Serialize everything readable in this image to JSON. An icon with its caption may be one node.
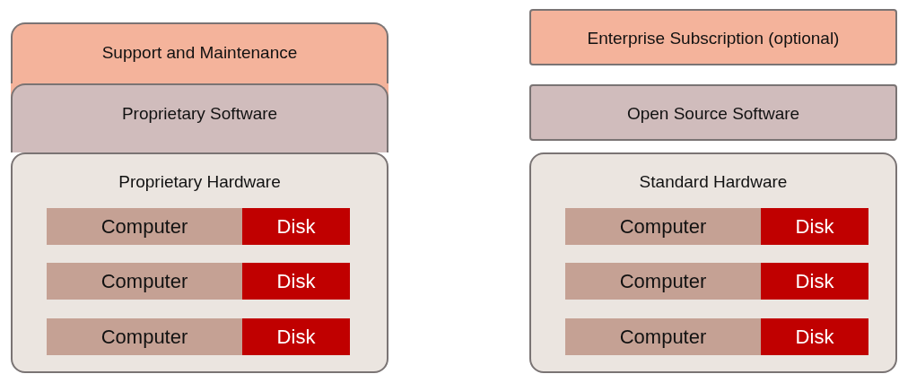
{
  "diagram": {
    "nodes": [
      {
        "text": [
          "Support and Maintenance"
        ]
      },
      {
        "text": [
          "Proprietary Software"
        ]
      },
      {
        "text": [
          "Proprietary Hardware"
        ]
      },
      {
        "text": [
          "Computer"
        ],
        "in": 2
      },
      {
        "text": [
          "Disk"
        ],
        "in": 2
      },
      {
        "text": [
          "Computer"
        ],
        "in": 2
      },
      {
        "text": [
          "Disk"
        ],
        "in": 2
      },
      {
        "text": [
          "Computer"
        ],
        "in": 2
      },
      {
        "text": [
          "Disk"
        ],
        "in": 2
      },
      {
        "text": [
          "Enterprise Subscription (optional)"
        ]
      },
      {
        "text": [
          "Open Source Software"
        ]
      },
      {
        "text": [
          "Standard Hardware"
        ]
      },
      {
        "text": [
          "Computer"
        ],
        "in": 11
      },
      {
        "text": [
          "Disk"
        ],
        "in": 11
      },
      {
        "text": [
          "Computer"
        ],
        "in": 11
      },
      {
        "text": [
          "Disk"
        ],
        "in": 11
      },
      {
        "text": [
          "Computer"
        ],
        "in": 11
      },
      {
        "text": [
          "Disk"
        ],
        "in": 11
      }
    ]
  }
}
